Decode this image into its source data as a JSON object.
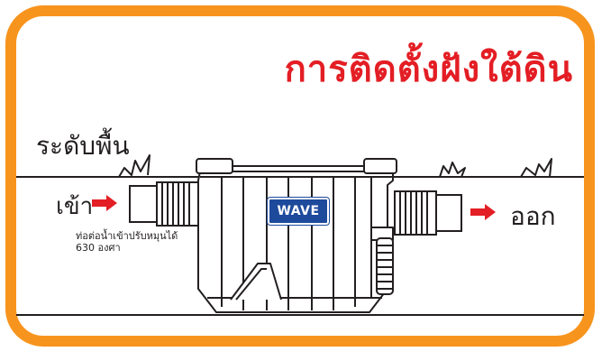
{
  "title": "การติดตั้งฝังใต้ดิน",
  "labels": {
    "ground": "ระดับพื้น",
    "inlet": "เข้า",
    "outlet": "ออก",
    "note_line1": "ท่อต่อน้ำเข้าปรับหมุนได้",
    "note_line2": "630 องศา"
  },
  "badge": {
    "text": "WAVE"
  },
  "colors": {
    "frame": "#f7941d",
    "title": "#e31e24",
    "arrow": "#e31e24",
    "badge": "#1e4a9c",
    "line": "#231f20"
  },
  "icons": {
    "arrow_in": "right-arrow-icon",
    "arrow_out": "right-arrow-icon",
    "grass": "grass-tuft-icon"
  }
}
